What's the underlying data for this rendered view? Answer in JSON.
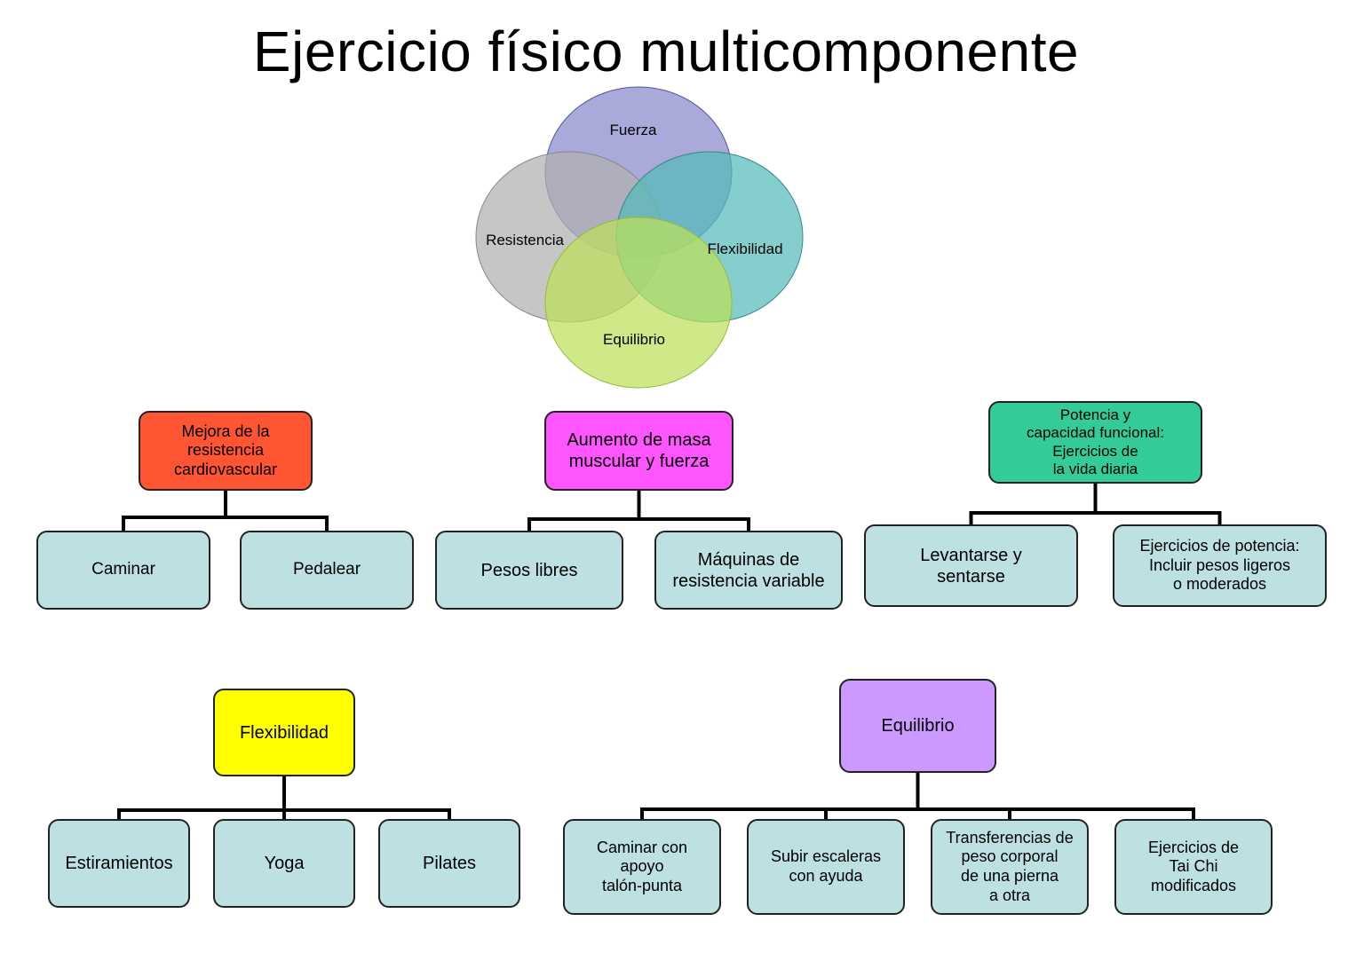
{
  "title": "Ejercicio físico multicomponente",
  "venn": {
    "circles": [
      {
        "label": "Fuerza",
        "color": "#8888cc"
      },
      {
        "label": "Resistencia",
        "color": "#b0b0b0"
      },
      {
        "label": "Flexibilidad",
        "color": "#55bbbb"
      },
      {
        "label": "Equilibrio",
        "color": "#bde05a"
      }
    ]
  },
  "groups": [
    {
      "label": "Mejora de la\nresistencia\ncardiovascular",
      "color": "#ff5533",
      "children": [
        "Caminar",
        "Pedalear"
      ]
    },
    {
      "label": "Aumento de masa\nmuscular y fuerza",
      "color": "#ff55ff",
      "children": [
        "Pesos libres",
        "Máquinas de\nresistencia variable"
      ]
    },
    {
      "label": "Potencia y\ncapacidad funcional:\nEjercicios de\nla vida diaria",
      "color": "#33cc99",
      "children": [
        "Levantarse y\nsentarse",
        "Ejercicios de potencia:\nIncluir pesos ligeros\no moderados"
      ]
    },
    {
      "label": "Flexibilidad",
      "color": "#ffff00",
      "children": [
        "Estiramientos",
        "Yoga",
        "Pilates"
      ]
    },
    {
      "label": "Equilibrio",
      "color": "#cc99ff",
      "children": [
        "Caminar con\napoyo\ntalón-punta",
        "Subir escaleras\ncon ayuda",
        "Transferencias de\npeso corporal\nde una pierna\na otra",
        "Ejercicios de\nTai Chi\nmodificados"
      ]
    }
  ]
}
